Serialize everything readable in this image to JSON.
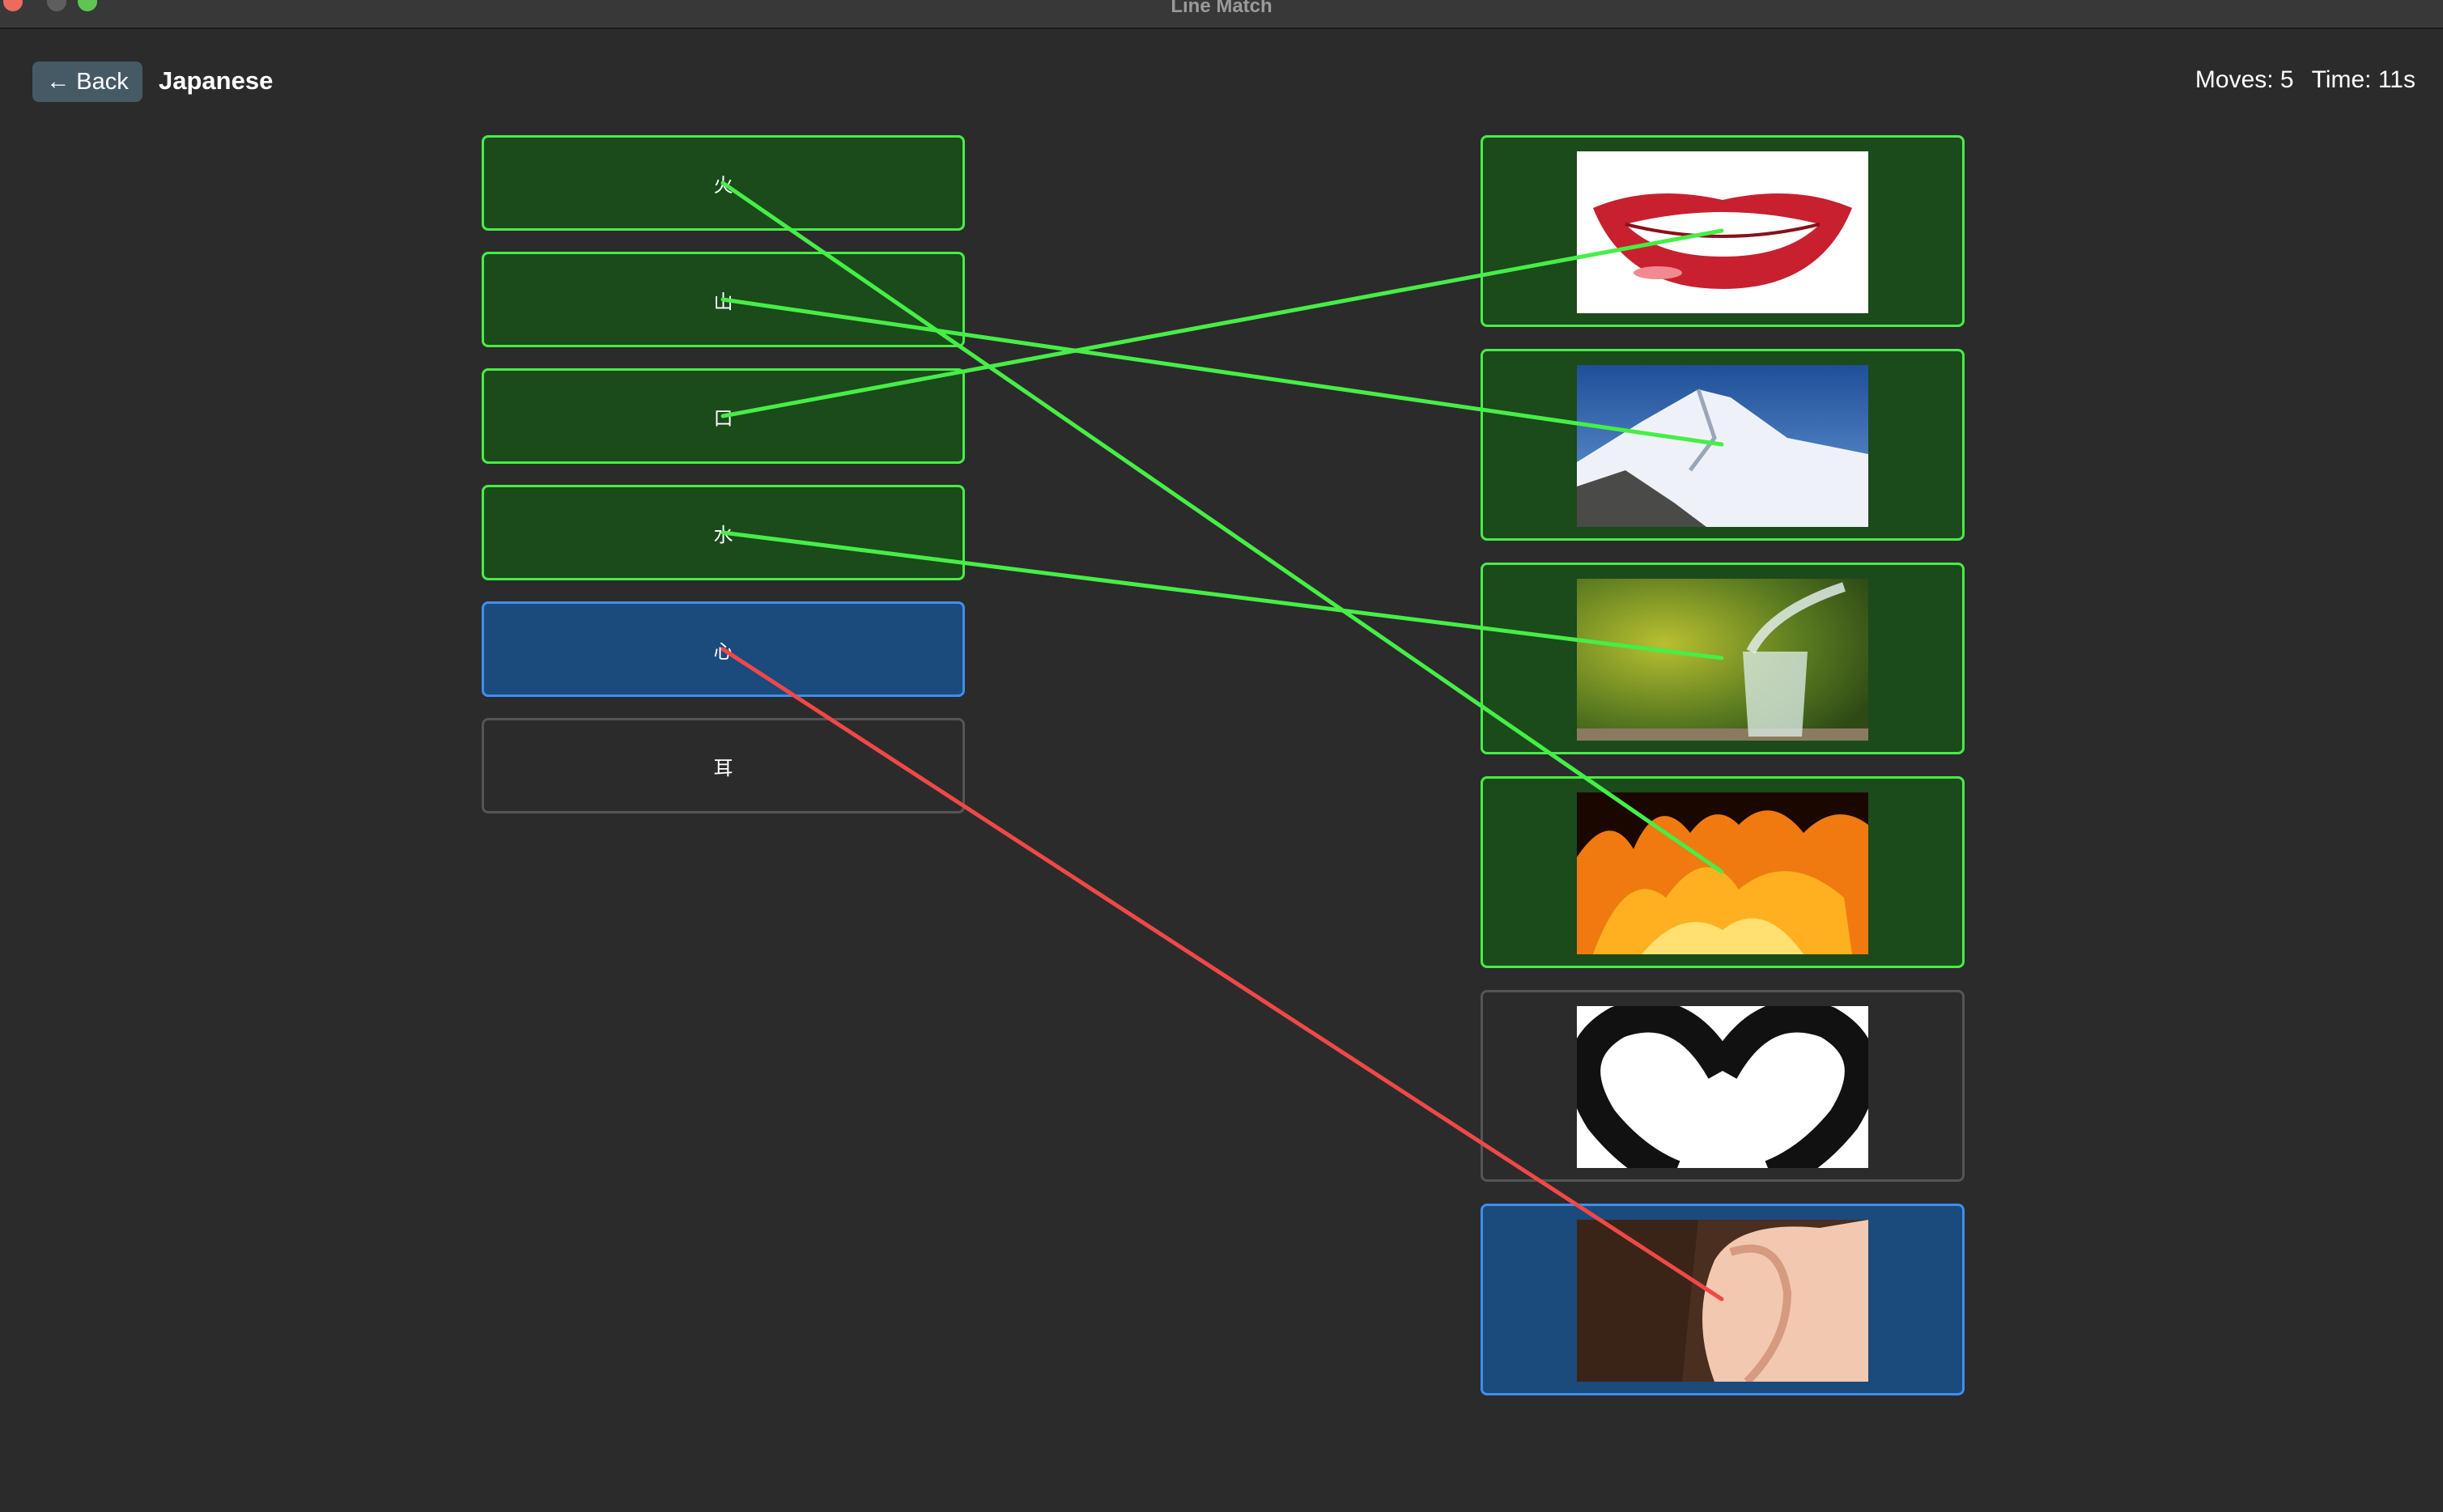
{
  "window": {
    "title": "Line Match"
  },
  "header": {
    "back_label": "Back",
    "language": "Japanese",
    "moves": "Moves: 5",
    "time": "Time: 11s"
  },
  "left_items": [
    {
      "label": "火",
      "state": "matched"
    },
    {
      "label": "山",
      "state": "matched"
    },
    {
      "label": "口",
      "state": "matched"
    },
    {
      "label": "水",
      "state": "matched"
    },
    {
      "label": "心",
      "state": "selected"
    },
    {
      "label": "耳",
      "state": "unmatched"
    }
  ],
  "right_items": [
    {
      "image": "mouth",
      "state": "matched"
    },
    {
      "image": "mountain",
      "state": "matched"
    },
    {
      "image": "water",
      "state": "matched"
    },
    {
      "image": "fire",
      "state": "matched"
    },
    {
      "image": "heart",
      "state": "unmatched"
    },
    {
      "image": "ear",
      "state": "selected"
    }
  ],
  "connections": [
    {
      "from": 0,
      "to": 3,
      "status": "correct"
    },
    {
      "from": 1,
      "to": 1,
      "status": "correct"
    },
    {
      "from": 2,
      "to": 0,
      "status": "correct"
    },
    {
      "from": 3,
      "to": 2,
      "status": "correct"
    },
    {
      "from": 4,
      "to": 5,
      "status": "wrong"
    }
  ],
  "colors": {
    "correct": "#46ee46",
    "wrong": "#f04848",
    "matched_bg": "#1b4a1b",
    "selected_bg": "#1b4a7c"
  }
}
